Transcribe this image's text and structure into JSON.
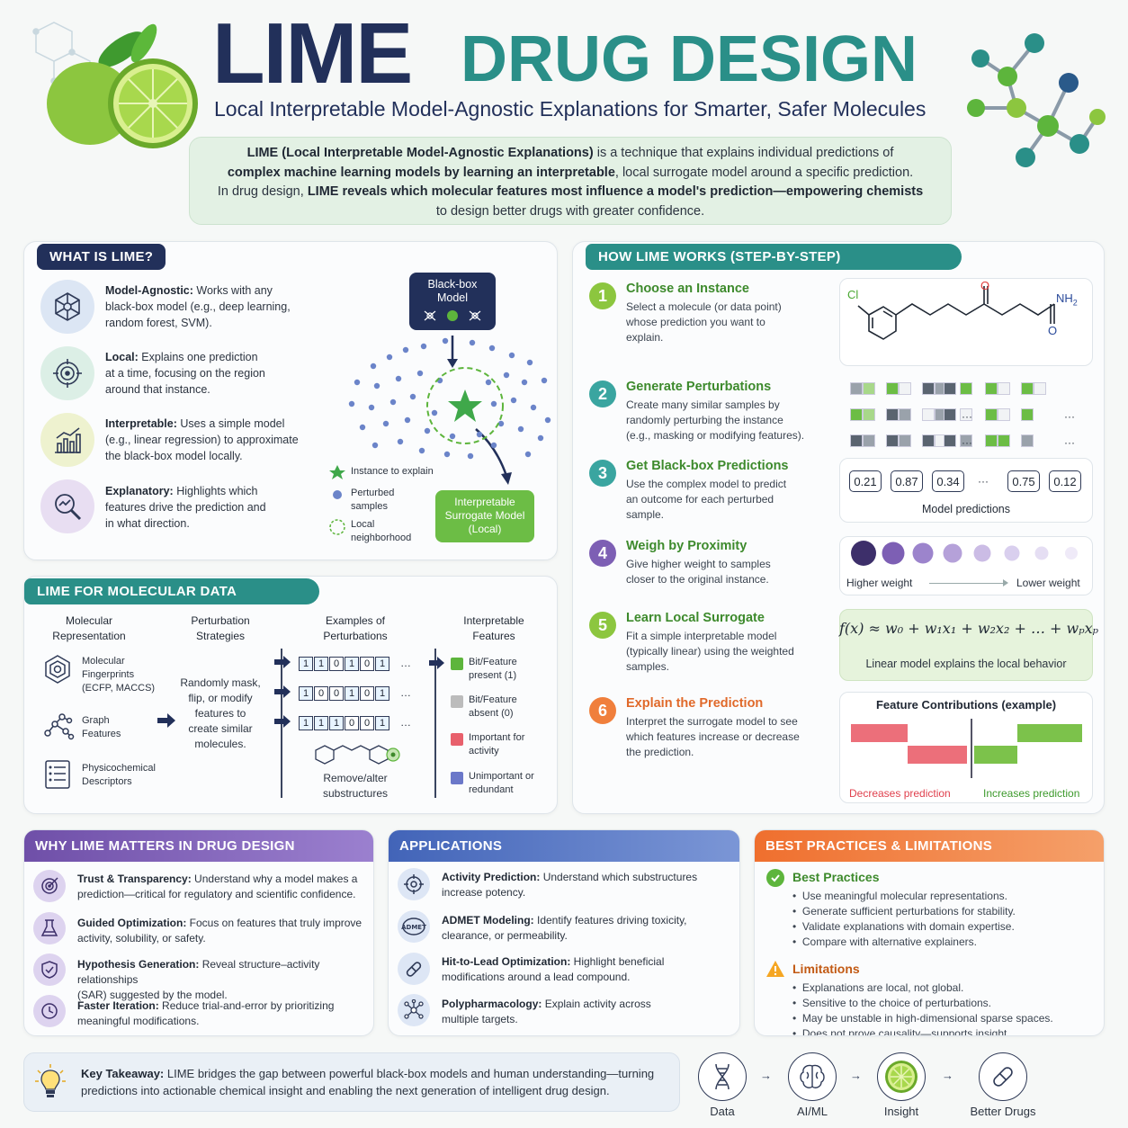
{
  "header": {
    "title_a": "LIME",
    "title_b": "DRUG DESIGN",
    "subtitle": "Local Interpretable Model-Agnostic Explanations for Smarter, Safer Molecules",
    "intro": {
      "l1a": "LIME (Local Interpretable Model-Agnostic Explanations)",
      "l1b": " is a technique that explains individual predictions of",
      "l2a": "complex machine learning models by learning an interpretable",
      "l2b": ", local surrogate model around a specific ",
      "l2c": "prediction",
      ".": ".",
      "l3a": "In drug design, ",
      "l3b": "LIME reveals which molecular features most influence a model's prediction—empowering chemists",
      "l4": "to design better drugs with greater confidence."
    }
  },
  "what": {
    "title": "WHAT IS LIME?",
    "items": [
      {
        "term": "Model-Agnostic:",
        "text": " Works with any",
        "l2": "black-box model (e.g., deep learning,",
        "l3": "random forest, SVM)."
      },
      {
        "term": "Local:",
        "text": " Explains one prediction",
        "l2": "at a time, focusing on the region",
        "l3": "around that instance."
      },
      {
        "term": "Interpretable:",
        "text": " Uses a simple model",
        "l2": "(e.g., linear regression) to approximate",
        "l3": "the black-box model locally."
      },
      {
        "term": "Explanatory:",
        "text": " Highlights which",
        "l2": "features drive the prediction and",
        "l3": "in what direction."
      }
    ],
    "blackbox_l1": "Black-box",
    "blackbox_l2": "Model",
    "legend": {
      "instance": "Instance to explain",
      "perturbed_1": "Perturbed",
      "perturbed_2": "samples",
      "local_1": "Local",
      "local_2": "neighborhood"
    },
    "surrogate": {
      "l1": "Interpretable",
      "l2": "Surrogate Model",
      "l3": "(Local)"
    }
  },
  "molecular": {
    "title": "LIME FOR MOLECULAR DATA",
    "col1_1": "Molecular",
    "col1_2": "Representation",
    "col2_1": "Perturbation",
    "col2_2": "Strategies",
    "col3_1": "Examples of",
    "col3_2": "Perturbations",
    "col4_1": "Interpretable",
    "col4_2": "Features",
    "rep1_1": "Molecular",
    "rep1_2": "Fingerprints",
    "rep1_3": "(ECFP, MACCS)",
    "rep2_1": "Graph",
    "rep2_2": "Features",
    "rep3_1": "Physicochemical",
    "rep3_2": "Descriptors",
    "strat_1": "Randomly mask,",
    "strat_2": "flip, or modify",
    "strat_3": "features to",
    "strat_4": "create similar",
    "strat_5": "molecules.",
    "bits1": [
      "1",
      "1",
      "0",
      "1",
      "0",
      "1"
    ],
    "bits2": [
      "1",
      "0",
      "0",
      "1",
      "0",
      "1"
    ],
    "bits3": [
      "1",
      "1",
      "1",
      "0",
      "0",
      "1"
    ],
    "ellipsis": "…",
    "remove_1": "Remove/alter",
    "remove_2": "substructures",
    "f1_1": "Bit/Feature",
    "f1_2": "present (1)",
    "f2_1": "Bit/Feature",
    "f2_2": "absent (0)",
    "f3_1": "Important for",
    "f3_2": "activity",
    "f4_1": "Unimportant or",
    "f4_2": "redundant",
    "colors": {
      "present": "#5db53c",
      "absent": "#bcbcbc",
      "important": "#e8606c",
      "unimportant": "#6b78c9"
    }
  },
  "how": {
    "title": "HOW LIME WORKS (STEP-BY-STEP)",
    "steps": [
      {
        "n": "1",
        "t": "Choose an Instance",
        "d1": "Select a molecule (or data point)",
        "d2": "whose prediction you want to",
        "d3": "explain."
      },
      {
        "n": "2",
        "t": "Generate Perturbations",
        "d1": "Create many similar samples by",
        "d2": "randomly perturbing the instance",
        "d3": "(e.g., masking or modifying features)."
      },
      {
        "n": "3",
        "t": "Get Black-box Predictions",
        "d1": "Use the complex model to predict",
        "d2": "an outcome for each perturbed",
        "d3": "sample."
      },
      {
        "n": "4",
        "t": "Weigh by Proximity",
        "d1": "Give higher weight to samples",
        "d2": "closer to the original instance.",
        "d3": ""
      },
      {
        "n": "5",
        "t": "Learn Local Surrogate",
        "d1": "Fit a simple interpretable model",
        "d2": "(typically linear) using the weighted",
        "d3": "samples."
      },
      {
        "n": "6",
        "t": "Explain the Prediction",
        "d1": "Interpret the surrogate model to see",
        "d2": "which features increase or decrease",
        "d3": "the prediction."
      }
    ],
    "mol_cl": "Cl",
    "mol_o1": "O",
    "mol_nh2": "NH",
    "mol_nh2_sub": "2",
    "mol_o2": "O",
    "dots": "···",
    "predictions": [
      "0.21",
      "0.87",
      "0.34",
      "0.75",
      "0.12"
    ],
    "pred_label": "Model predictions",
    "higher": "Higher weight",
    "lower": "Lower weight",
    "formula": "f(x) ≈ w₀ + w₁x₁ + w₂x₂ + … + wₚxₚ",
    "formula_caption": "Linear model explains the local behavior",
    "contrib_title": "Feature Contributions (example)",
    "decreases": "Decreases prediction",
    "increases": "Increases prediction",
    "colors": {
      "step": "#8cc63f",
      "step3": "#3aa5a0",
      "step4": "#7d5fb4",
      "step6": "#f07f3c"
    }
  },
  "why": {
    "title": "WHY LIME MATTERS IN DRUG DESIGN",
    "items": [
      {
        "term": "Trust & Transparency:",
        "text": " Understand why a model makes a",
        "l2": "prediction—critical for regulatory and scientific confidence."
      },
      {
        "term": "Guided Optimization:",
        "text": " Focus on features that truly improve",
        "l2": "activity, solubility, or safety."
      },
      {
        "term": "Hypothesis Generation:",
        "text": " Reveal structure–activity relationships",
        "l2": "(SAR) suggested by the model."
      },
      {
        "term": "Faster Iteration:",
        "text": " Reduce trial-and-error by prioritizing",
        "l2": "meaningful modifications."
      }
    ]
  },
  "apps": {
    "title": "APPLICATIONS",
    "items": [
      {
        "term": "Activity Prediction:",
        "text": " Understand which substructures",
        "l2": "increase potency."
      },
      {
        "term": "ADMET Modeling:",
        "text": " Identify features driving toxicity,",
        "l2": "clearance, or permeability."
      },
      {
        "term": "Hit-to-Lead Optimization:",
        "text": " Highlight beneficial",
        "l2": "modifications around a lead compound."
      },
      {
        "term": "Polypharmacology:",
        "text": " Explain activity across",
        "l2": "multiple targets."
      }
    ],
    "admet_icon_text": "ADMET"
  },
  "best": {
    "title": "BEST PRACTICES & LIMITATIONS",
    "bp_title": "Best Practices",
    "bp": [
      "Use meaningful molecular representations.",
      "Generate sufficient perturbations for stability.",
      "Validate explanations with domain expertise.",
      "Compare with alternative explainers."
    ],
    "lim_title": "Limitations",
    "lim": [
      "Explanations are local, not global.",
      "Sensitive to the choice of perturbations.",
      "May be unstable in high-dimensional sparse spaces.",
      "Does not prove causality—supports insight."
    ]
  },
  "footer": {
    "key_term": "Key Takeaway:",
    "key_text": " LIME bridges the gap between powerful black-box models and human understanding—turning",
    "key_l2": "predictions into actionable chemical insight and enabling the next generation of intelligent drug design.",
    "flow": [
      "Data",
      "AI/ML",
      "Insight",
      "Better Drugs"
    ],
    "arrow": "→"
  },
  "palette": {
    "navy": "#22305a",
    "teal": "#2a8f88",
    "green": "#5db53c",
    "purple": "#7d5fb4",
    "blue": "#4d6fbe",
    "orange": "#ee7a3a"
  }
}
